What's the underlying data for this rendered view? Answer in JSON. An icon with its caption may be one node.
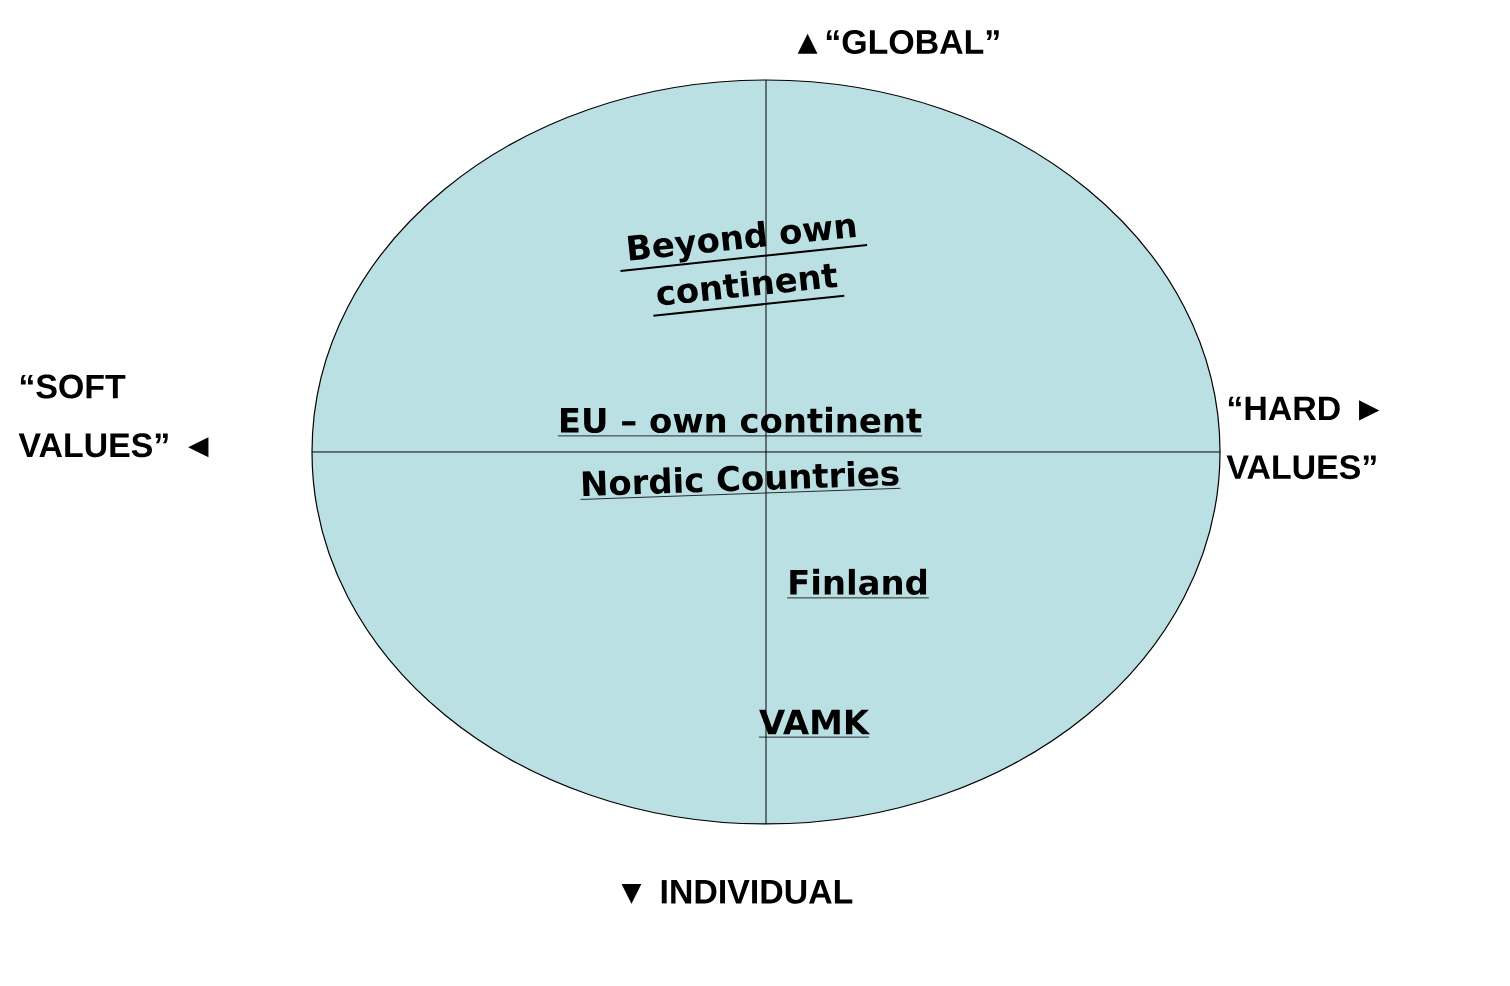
{
  "diagram": {
    "nodes": [
      {
        "text": [],
        "shape": "ellipse"
      }
    ],
    "labels": [
      "▲“GLOBAL”",
      "Beyond own continent",
      "EU – own continent",
      "Nordic Countries",
      "Finland",
      "VAMK",
      "“SOFT VALUES” ◄",
      "“HARD ► VALUES”",
      "▼ INDIVIDUAL"
    ]
  }
}
